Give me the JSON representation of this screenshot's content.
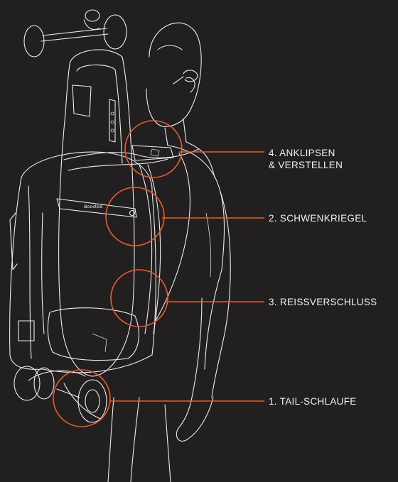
{
  "background_color": "#211f1f",
  "line_color": "#ededed",
  "accent_color": "#e85d2a",
  "brand_mark": "Boosted",
  "callouts": [
    {
      "id": "4",
      "line1": "4. ANKLIPSEN",
      "line2": "& VERSTELLEN"
    },
    {
      "id": "2",
      "line1": "2. SCHWENKRIEGEL"
    },
    {
      "id": "3",
      "line1": "3. REISSVERSCHLUSS"
    },
    {
      "id": "1",
      "line1": "1. TAIL-SCHLAUFE"
    }
  ]
}
